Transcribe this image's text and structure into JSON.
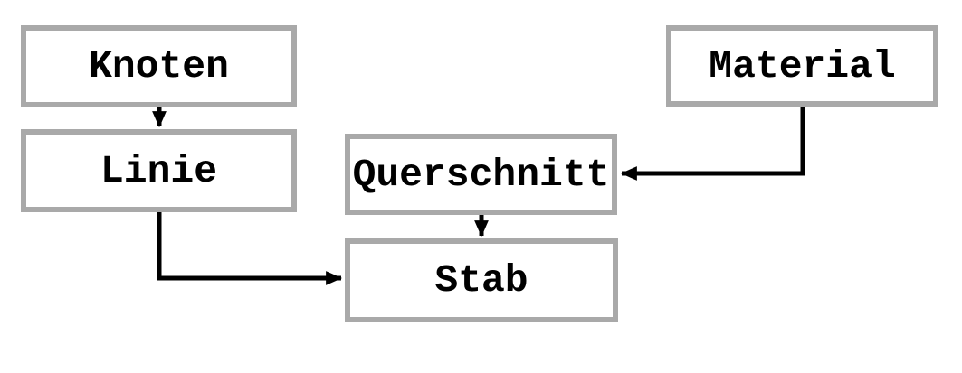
{
  "diagram": {
    "nodes": [
      {
        "id": "knoten",
        "label": "Knoten"
      },
      {
        "id": "linie",
        "label": "Linie"
      },
      {
        "id": "querschnitt",
        "label": "Querschnitt"
      },
      {
        "id": "material",
        "label": "Material"
      },
      {
        "id": "stab",
        "label": "Stab"
      }
    ],
    "edges": [
      {
        "from": "Knoten",
        "to": "Linie",
        "direction": "down"
      },
      {
        "from": "Linie",
        "to": "Stab",
        "direction": "down-then-right"
      },
      {
        "from": "Material",
        "to": "Querschnitt",
        "direction": "down-then-left"
      },
      {
        "from": "Querschnitt",
        "to": "Stab",
        "direction": "down"
      }
    ],
    "colors": {
      "box_border": "#a9a9a9",
      "box_fill": "#ffffff",
      "arrow": "#000000",
      "text": "#000000",
      "background": "#ffffff"
    }
  }
}
